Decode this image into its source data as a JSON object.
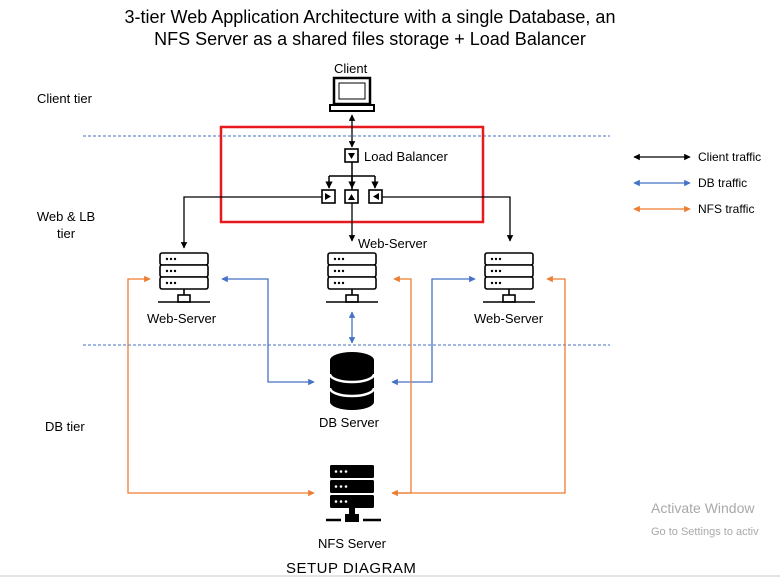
{
  "title": {
    "line1": "3-tier Web Application Architecture with a single Database, an",
    "line2": "NFS Server as a shared files storage + Load Balancer"
  },
  "tiers": {
    "client": "Client tier",
    "web_lb_line1": "Web & LB",
    "web_lb_line2": "tier",
    "db": "DB tier"
  },
  "nodes": {
    "client": "Client",
    "load_balancer": "Load Balancer",
    "web_server_left": "Web-Server",
    "web_server_center": "Web-Server",
    "web_server_right": "Web-Server",
    "db_server": "DB Server",
    "nfs_server": "NFS Server"
  },
  "legend": [
    {
      "label": "Client traffic",
      "color": "#000000"
    },
    {
      "label": "DB traffic",
      "color": "#4472c4"
    },
    {
      "label": "NFS traffic",
      "color": "#ed7d31"
    }
  ],
  "caption": "SETUP DIAGRAM",
  "watermark": {
    "line1": "Activate Window",
    "line2": "Go to Settings to activ"
  },
  "colors": {
    "client_traffic": "#000000",
    "db_traffic": "#4472c4",
    "nfs_traffic": "#ed7d31",
    "highlight_box": "#e8191c",
    "tier_divider": "#4472c4"
  }
}
